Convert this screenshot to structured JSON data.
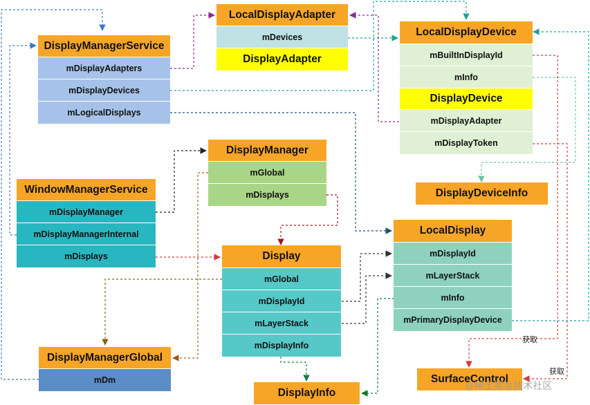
{
  "colors": {
    "header": "#f7a526",
    "blue_field": "#a6c2e8",
    "cyan_field": "#28b7c0",
    "green_field": "#a8d686",
    "mint_field": "#dff0d4",
    "teal_field": "#56c8c8",
    "seagreen_field": "#8ed2be",
    "lightblue_field": "#bfe2e4",
    "yellow_field": "#ffff00",
    "steel_field": "#5b8dc6"
  },
  "boxes": {
    "display_manager_service": {
      "title": "DisplayManagerService",
      "fields": [
        "mDisplayAdapters",
        "mDisplayDevices",
        "mLogicalDisplays"
      ]
    },
    "local_display_adapter": {
      "title": "LocalDisplayAdapter",
      "fields": [
        "mDevices"
      ],
      "superclass": "DisplayAdapter"
    },
    "local_display_device": {
      "title": "LocalDisplayDevice",
      "fields": [
        "mBuiltInDisplayId",
        "mInfo"
      ],
      "superclass": "DisplayDevice",
      "superclass_fields": [
        "mDisplayAdapter",
        "mDisplayToken"
      ]
    },
    "display_manager": {
      "title": "DisplayManager",
      "fields": [
        "mGlobal",
        "mDisplays"
      ]
    },
    "window_manager_service": {
      "title": "WindowManagerService",
      "fields": [
        "mDisplayManager",
        "mDisplayManagerInternal",
        "mDisplays"
      ]
    },
    "display_device_info": {
      "title": "DisplayDeviceInfo"
    },
    "local_display": {
      "title": "LocalDisplay",
      "fields": [
        "mDisplayId",
        "mLayerStack",
        "mInfo",
        "mPrimaryDisplayDevice"
      ]
    },
    "display": {
      "title": "Display",
      "fields": [
        "mGlobal",
        "mDisplayId",
        "mLayerStack",
        "mDisplayInfo"
      ]
    },
    "display_manager_global": {
      "title": "DisplayManagerGlobal",
      "fields": [
        "mDm"
      ]
    },
    "surface_control": {
      "title": "SurfaceControl"
    },
    "display_info": {
      "title": "DisplayInfo"
    }
  },
  "annotations": {
    "get_1": "获取",
    "get_2": "获取"
  },
  "watermark": "@稀土掘金技术社区"
}
